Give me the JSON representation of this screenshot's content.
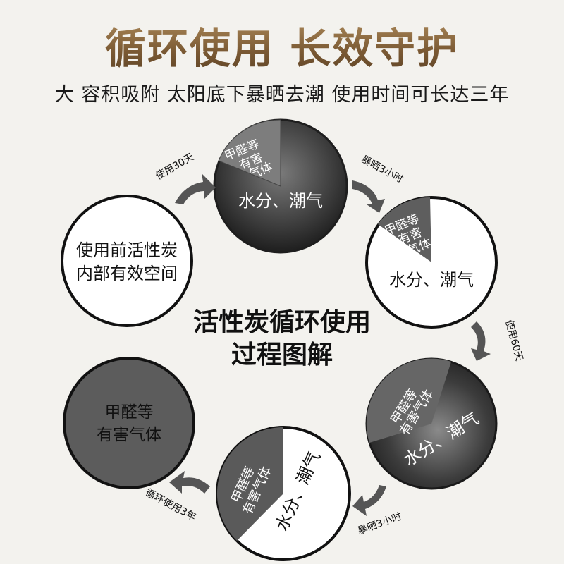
{
  "header": {
    "title": "循环使用 长效守护",
    "subtitle": "大 容积吸附 太阳底下暴晒去潮 使用时间可长达三年"
  },
  "center": {
    "line1": "活性炭循环使用",
    "line2": "过程图解"
  },
  "circles": {
    "before": {
      "line1": "使用前活性炭",
      "line2": "内部有效空间"
    },
    "stage1": {
      "harmful": [
        "甲醛等",
        "有害",
        "气体"
      ],
      "moisture": "水分、潮气"
    },
    "stage2": {
      "harmful": [
        "甲醛等",
        "有害",
        "气体"
      ],
      "moisture": "水分、潮气"
    },
    "stage3": {
      "harmful": [
        "甲醛等",
        "有害气体"
      ],
      "moisture": "水分、潮气"
    },
    "stage4": {
      "harmful": [
        "甲醛等",
        "有害气体"
      ],
      "moisture": "水分、潮气"
    },
    "final": {
      "line1": "甲醛等",
      "line2": "有害气体"
    }
  },
  "arrows": {
    "a1": "使用30天",
    "a2": "暴晒3小时",
    "a3": "使用60天",
    "a4": "暴晒3小时",
    "a5": "循环使用3年"
  },
  "colors": {
    "title_gold": "#8a6b45",
    "dark_fill": "#5a5a5a",
    "arrow_gray": "#555555"
  }
}
